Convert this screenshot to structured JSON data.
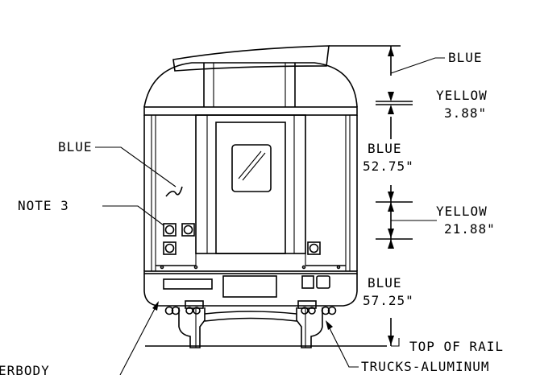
{
  "labels": {
    "blue_top": "BLUE",
    "yellow_top": "YELLOW",
    "yellow_top_value": "3.88\"",
    "blue_mid": "BLUE",
    "blue_mid_value": "52.75\"",
    "yellow_mid": "YELLOW",
    "yellow_mid_value": "21.88\"",
    "blue_low": "BLUE",
    "blue_low_value": "57.25\"",
    "top_of_rail": "TOP OF RAIL",
    "trucks": "TRUCKS-ALUMINUM",
    "blue_left": "BLUE",
    "note3": "NOTE 3",
    "underbody_partial": "ERBODY"
  }
}
